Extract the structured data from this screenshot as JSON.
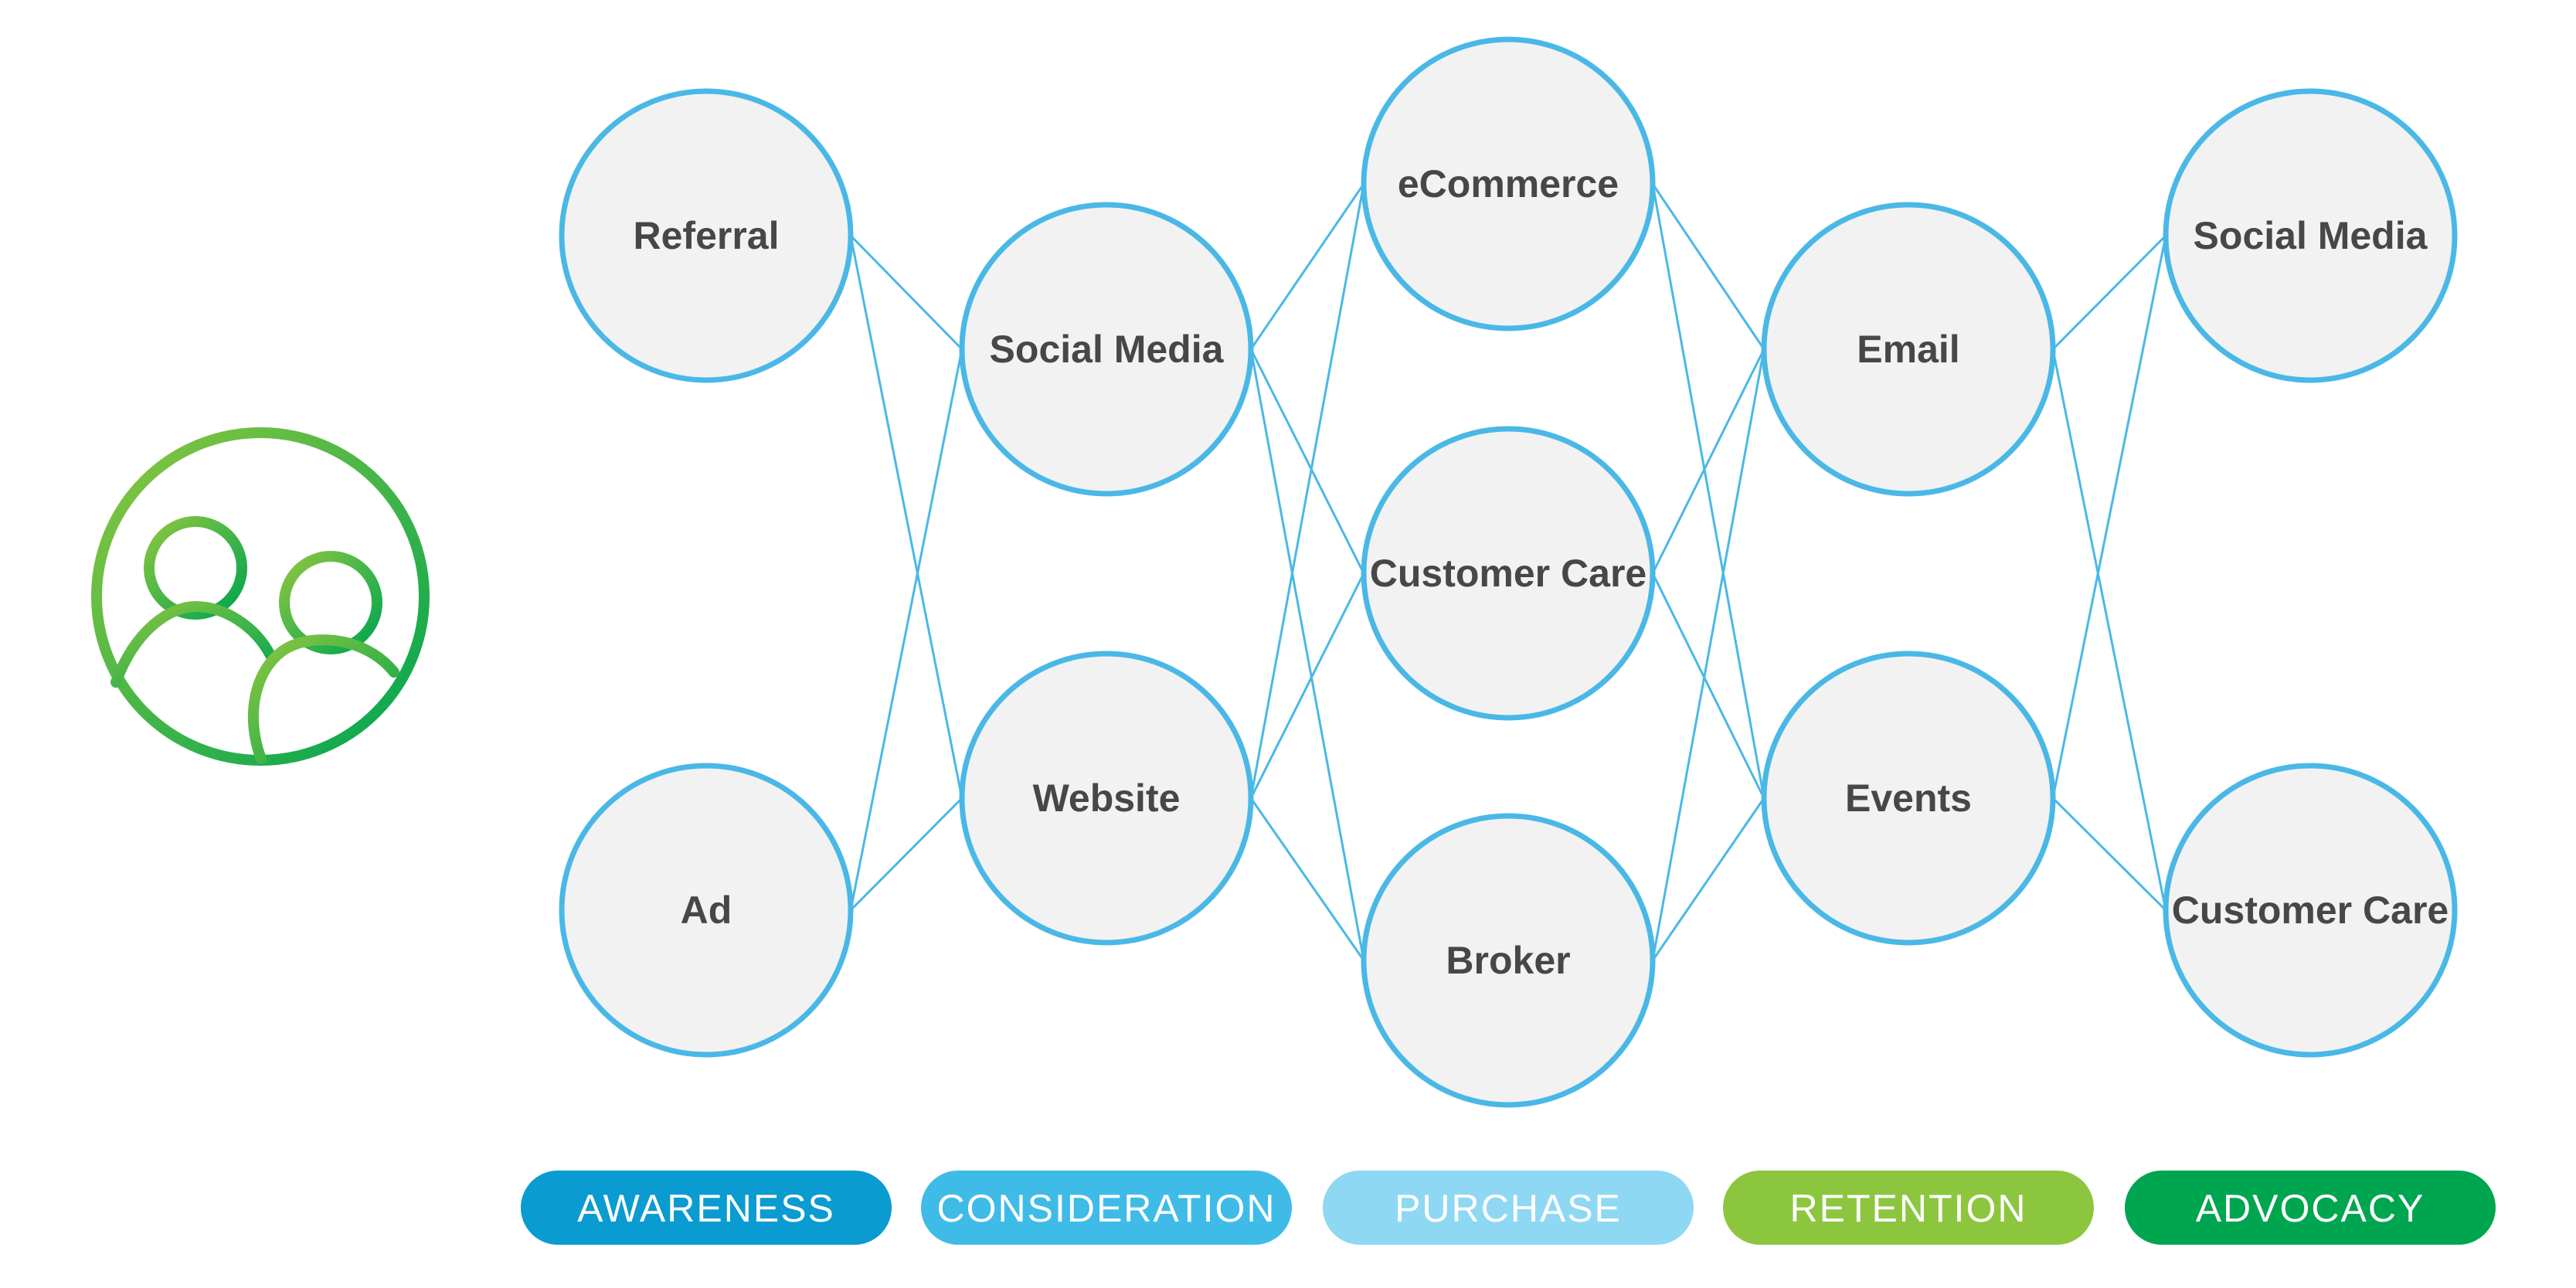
{
  "icon": {
    "name": "users-icon"
  },
  "colors": {
    "node_stroke": "#4ab8e6",
    "node_fill": "#f2f2f2",
    "edge": "#4ab8e6",
    "text": "#474747",
    "icon_gradient_start": "#8cc63f",
    "icon_gradient_end": "#00a550"
  },
  "stages": [
    {
      "id": "awareness",
      "label": "AWARENESS",
      "color": "#0a9bd0"
    },
    {
      "id": "consideration",
      "label": "CONSIDERATION",
      "color": "#3fbbe8"
    },
    {
      "id": "purchase",
      "label": "PURCHASE",
      "color": "#8fd8f3"
    },
    {
      "id": "retention",
      "label": "RETENTION",
      "color": "#8cc63f"
    },
    {
      "id": "advocacy",
      "label": "ADVOCACY",
      "color": "#00a550"
    }
  ],
  "nodes": [
    {
      "id": "referral",
      "label": "Referral",
      "stage": "awareness"
    },
    {
      "id": "ad",
      "label": "Ad",
      "stage": "awareness"
    },
    {
      "id": "social-media-1",
      "label": "Social Media",
      "stage": "consideration"
    },
    {
      "id": "website",
      "label": "Website",
      "stage": "consideration"
    },
    {
      "id": "ecommerce",
      "label": "eCommerce",
      "stage": "purchase"
    },
    {
      "id": "customer-care-1",
      "label": "Customer Care",
      "stage": "purchase"
    },
    {
      "id": "broker",
      "label": "Broker",
      "stage": "purchase"
    },
    {
      "id": "email",
      "label": "Email",
      "stage": "retention"
    },
    {
      "id": "events",
      "label": "Events",
      "stage": "retention"
    },
    {
      "id": "social-media-2",
      "label": "Social Media",
      "stage": "advocacy"
    },
    {
      "id": "customer-care-2",
      "label": "Customer Care",
      "stage": "advocacy"
    }
  ],
  "edges": [
    [
      "referral",
      "social-media-1"
    ],
    [
      "referral",
      "website"
    ],
    [
      "ad",
      "social-media-1"
    ],
    [
      "ad",
      "website"
    ],
    [
      "social-media-1",
      "ecommerce"
    ],
    [
      "social-media-1",
      "customer-care-1"
    ],
    [
      "social-media-1",
      "broker"
    ],
    [
      "website",
      "ecommerce"
    ],
    [
      "website",
      "customer-care-1"
    ],
    [
      "website",
      "broker"
    ],
    [
      "ecommerce",
      "email"
    ],
    [
      "ecommerce",
      "events"
    ],
    [
      "customer-care-1",
      "email"
    ],
    [
      "customer-care-1",
      "events"
    ],
    [
      "broker",
      "email"
    ],
    [
      "broker",
      "events"
    ],
    [
      "email",
      "social-media-2"
    ],
    [
      "email",
      "customer-care-2"
    ],
    [
      "events",
      "social-media-2"
    ],
    [
      "events",
      "customer-care-2"
    ]
  ]
}
